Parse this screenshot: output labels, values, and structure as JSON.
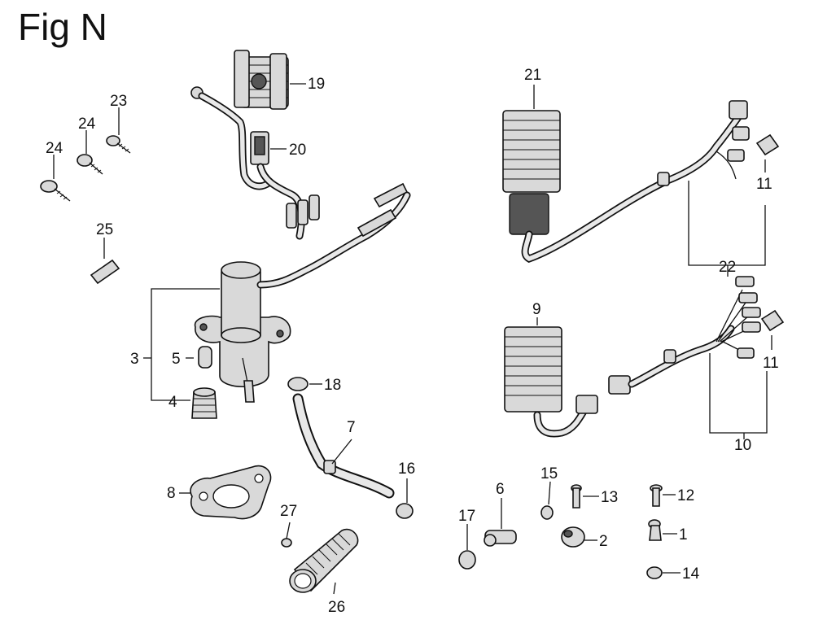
{
  "figure": {
    "title": "Fig N"
  },
  "callouts": {
    "c1": "1",
    "c2": "2",
    "c3": "3",
    "c4": "4",
    "c5": "5",
    "c6": "6",
    "c7": "7",
    "c8": "8",
    "c9": "9",
    "c10": "10",
    "c11a": "11",
    "c11b": "11",
    "c12": "12",
    "c13": "13",
    "c14": "14",
    "c15": "15",
    "c16": "16",
    "c17": "17",
    "c18": "18",
    "c19": "19",
    "c20": "20",
    "c21": "21",
    "c22": "22",
    "c23": "23",
    "c24a": "24",
    "c24b": "24",
    "c25": "25",
    "c26": "26",
    "c27": "27"
  }
}
